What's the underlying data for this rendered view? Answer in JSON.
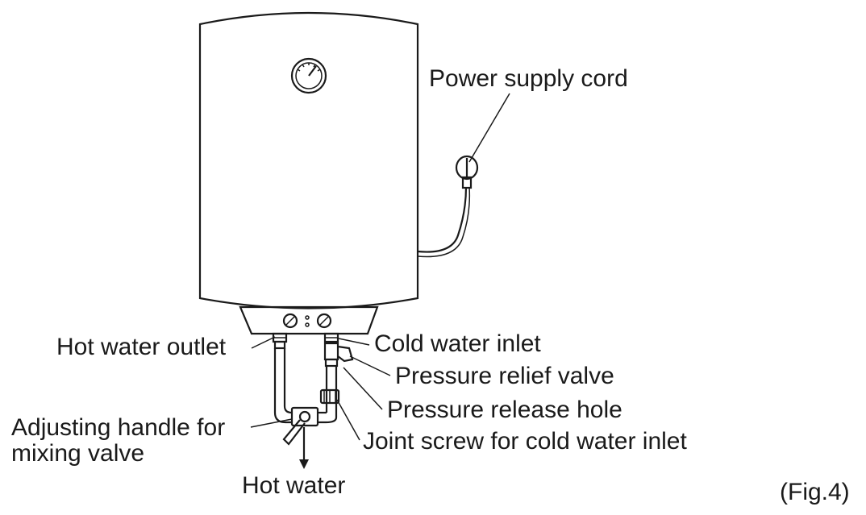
{
  "labels": {
    "power_supply_cord": "Power supply cord",
    "hot_water_outlet": "Hot water outlet",
    "cold_water_inlet": "Cold water inlet",
    "pressure_relief_valve": "Pressure relief valve",
    "pressure_release_hole": "Pressure release hole",
    "joint_screw": "Joint screw for cold water inlet",
    "adjusting_handle_line1": "Adjusting handle for",
    "adjusting_handle_line2": "mixing valve",
    "hot_water": "Hot water",
    "figure_caption": "(Fig.4)"
  }
}
